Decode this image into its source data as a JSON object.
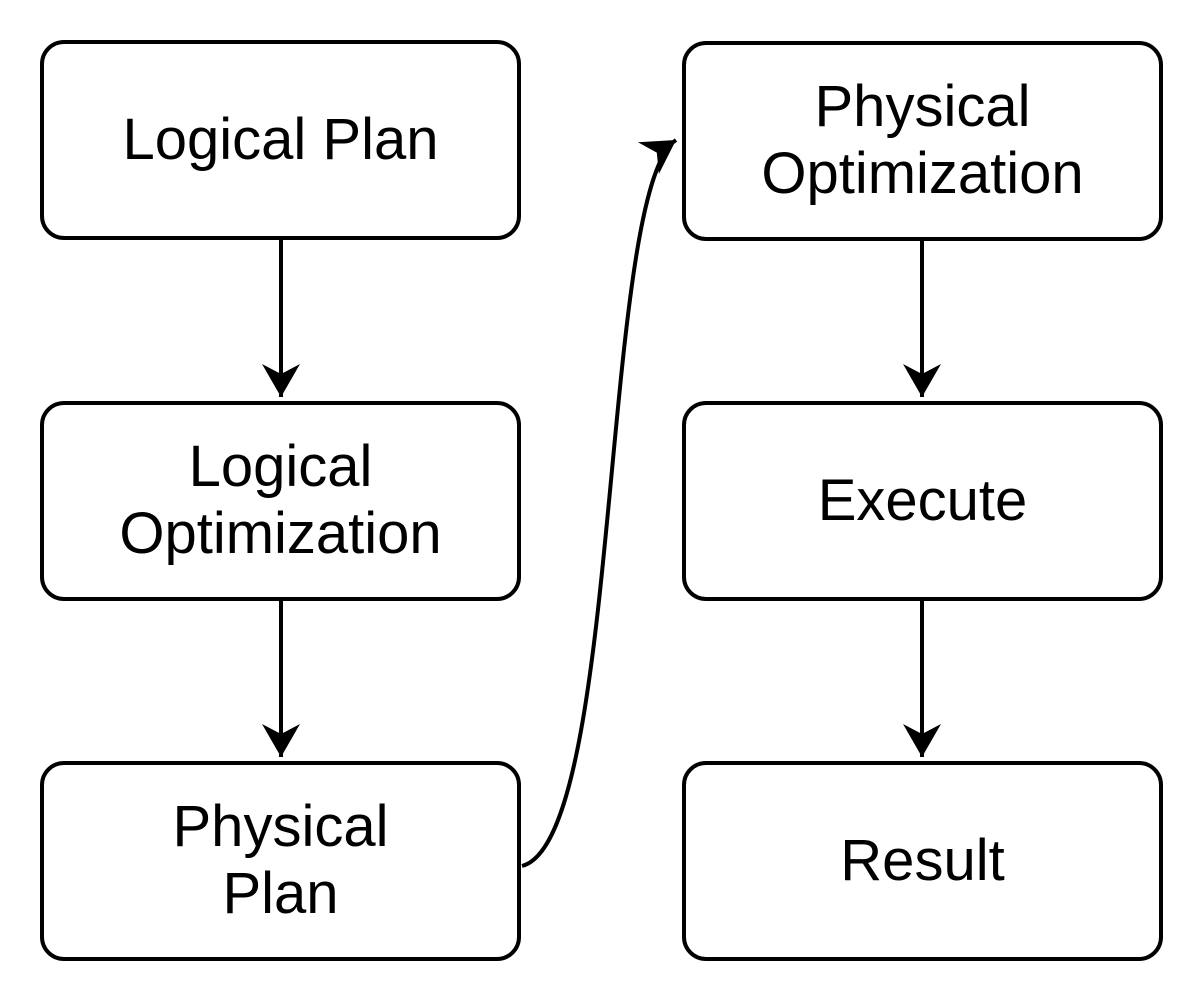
{
  "diagram": {
    "background_color": "#ffffff",
    "node_fill_color": "#ffffff",
    "node_stroke_color": "#000000",
    "text_color": "#000000",
    "nodes": [
      {
        "id": "logical-plan",
        "label": "Logical Plan"
      },
      {
        "id": "logical-optimization",
        "label": "Logical\nOptimization"
      },
      {
        "id": "physical-plan",
        "label": "Physical\nPlan"
      },
      {
        "id": "physical-optimization",
        "label": "Physical\nOptimization"
      },
      {
        "id": "execute",
        "label": "Execute"
      },
      {
        "id": "result",
        "label": "Result"
      }
    ],
    "edges": [
      {
        "from": "logical-plan",
        "to": "logical-optimization",
        "style": "straight-down"
      },
      {
        "from": "logical-optimization",
        "to": "physical-plan",
        "style": "straight-down"
      },
      {
        "from": "physical-plan",
        "to": "physical-optimization",
        "style": "curved-up-right"
      },
      {
        "from": "physical-optimization",
        "to": "execute",
        "style": "straight-down"
      },
      {
        "from": "execute",
        "to": "result",
        "style": "straight-down"
      }
    ]
  }
}
